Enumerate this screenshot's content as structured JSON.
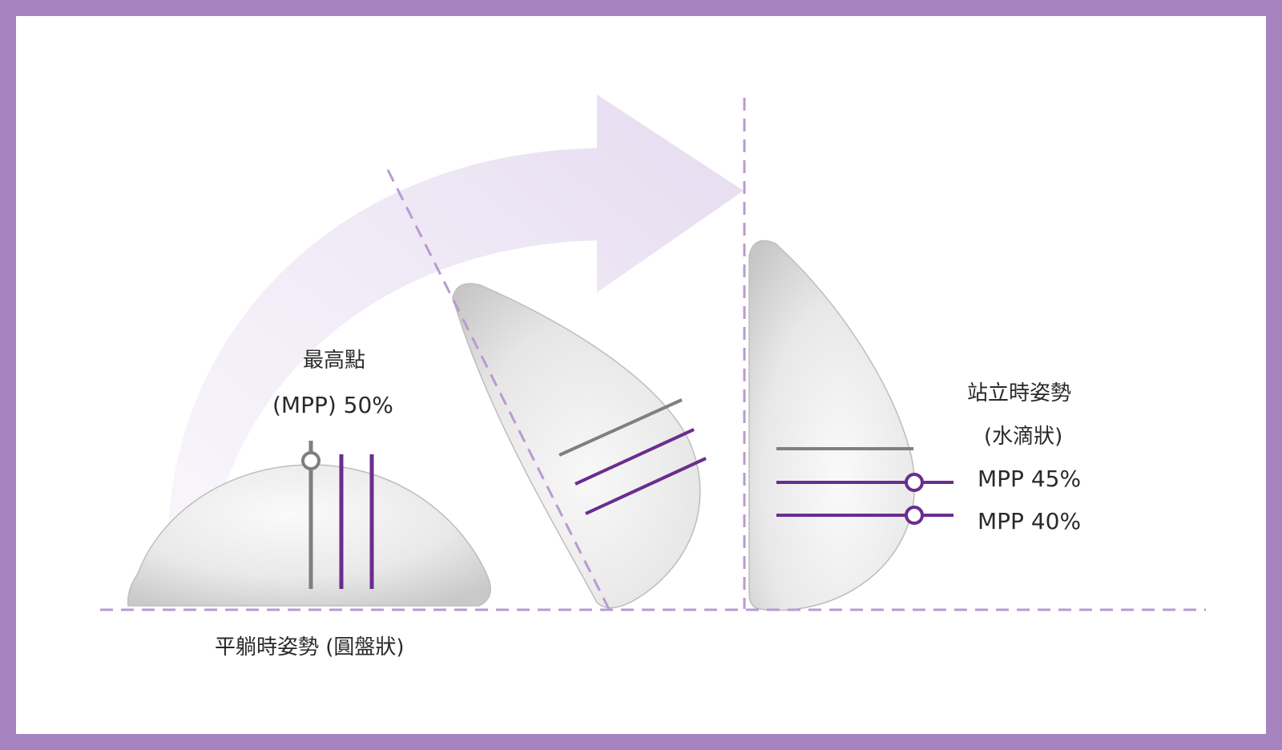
{
  "labels": {
    "highest_point": "最高點",
    "mpp_50": "(MPP) 50%",
    "lying_posture": "平躺時姿勢 (圓盤狀)",
    "standing_posture": "站立時姿勢",
    "teardrop": "(水滴狀)",
    "mpp_45": "MPP 45%",
    "mpp_40": "MPP 40%"
  },
  "colors": {
    "frame": "#A783C0",
    "background": "#FFFFFF",
    "accent_purple": "#6B2C8F",
    "gray_line": "#7F7F7F",
    "dashed_guide": "#B89BD0",
    "arrow_fill": "#E9E1F1"
  }
}
